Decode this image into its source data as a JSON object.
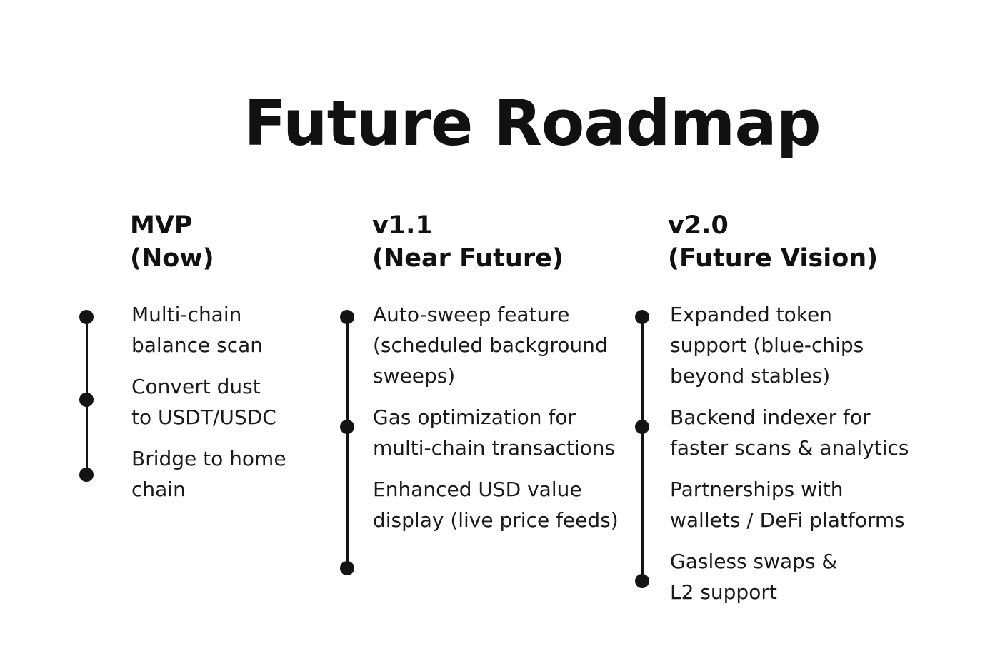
{
  "title": "Future Roadmap",
  "accent_color": "#141414",
  "phases": [
    {
      "name": "MVP",
      "subtitle": "(Now)",
      "items": [
        {
          "lines": [
            "Multi-chain",
            "balance scan"
          ]
        },
        {
          "lines": [
            "Convert dust",
            "to USDT/USDC"
          ]
        },
        {
          "lines": [
            "Bridge to home",
            "chain"
          ]
        }
      ]
    },
    {
      "name": "v1.1",
      "subtitle": "(Near Future)",
      "items": [
        {
          "lines": [
            "Auto-sweep feature",
            "(scheduled background",
            "sweeps)"
          ]
        },
        {
          "lines": [
            "Gas optimization for",
            "multi-chain transactions"
          ]
        },
        {
          "lines": [
            "Enhanced USD value",
            "display (live price feeds)"
          ]
        }
      ]
    },
    {
      "name": "v2.0",
      "subtitle": "(Future Vision)",
      "items": [
        {
          "lines": [
            "Expanded token",
            "support (blue-chips",
            "beyond stables)"
          ]
        },
        {
          "lines": [
            "Backend indexer for",
            "faster scans & analytics"
          ]
        },
        {
          "lines": [
            "Partnerships with",
            "wallets / DeFi platforms"
          ]
        },
        {
          "lines": [
            "Gasless swaps &",
            "L2 support"
          ]
        }
      ]
    }
  ]
}
